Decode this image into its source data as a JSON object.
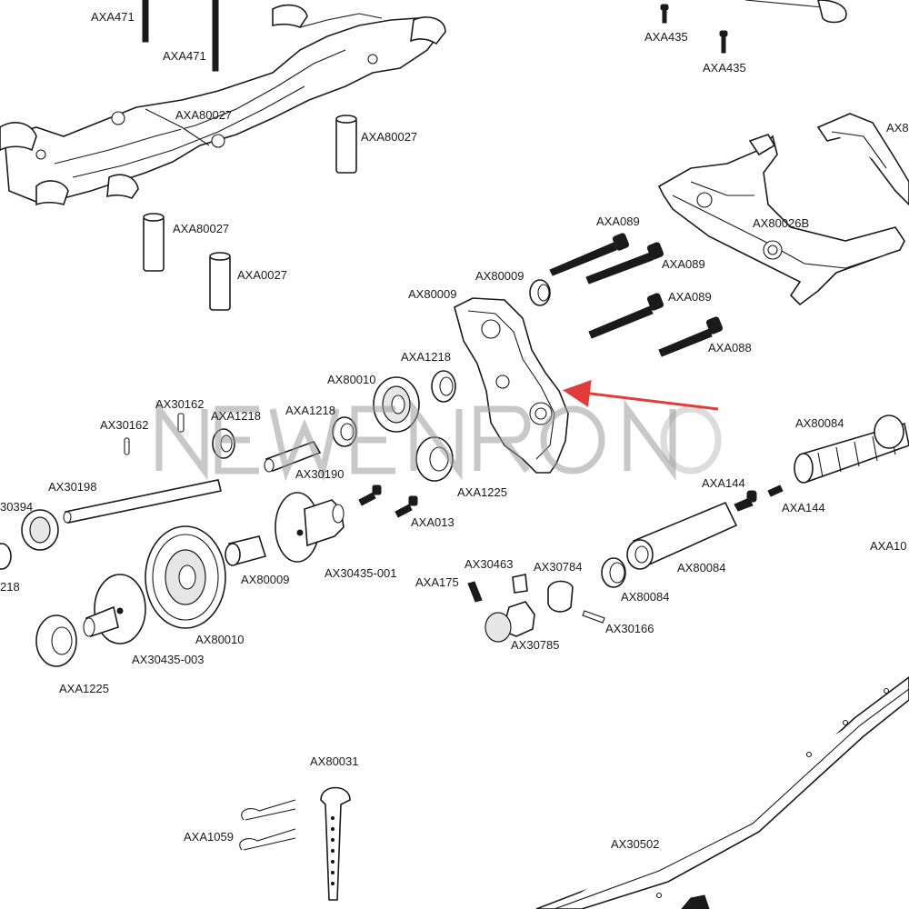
{
  "watermark": {
    "text": "NEWENRON",
    "color": "#9a9a9a"
  },
  "arrow": {
    "color": "#e23b3b"
  },
  "labels": [
    "AXA471",
    "AXA471",
    "AXA80027",
    "AXA80027",
    "AXA80027",
    "AXA0027",
    "AXA435",
    "AXA435",
    "AXA089",
    "AXA089",
    "AXA089",
    "AXA088",
    "AX80026B",
    "AX8",
    "AX80009",
    "AX80009",
    "AXA1218",
    "AX80010",
    "AX30162",
    "AX30162",
    "AXA1218",
    "AXA1218",
    "AX30190",
    "AX30198",
    "30394",
    "AXA1225",
    "AXA013",
    "AX30435-001",
    "AX80009",
    "AX80010",
    "AX30435-003",
    "AXA1225",
    "218",
    "AX30463",
    "AX30784",
    "AXA175",
    "AX80084",
    "AX30166",
    "AX30785",
    "AX80084",
    "AXA144",
    "AXA144",
    "AX80084",
    "AXA10",
    "AX80031",
    "AXA1059",
    "AX30502"
  ]
}
